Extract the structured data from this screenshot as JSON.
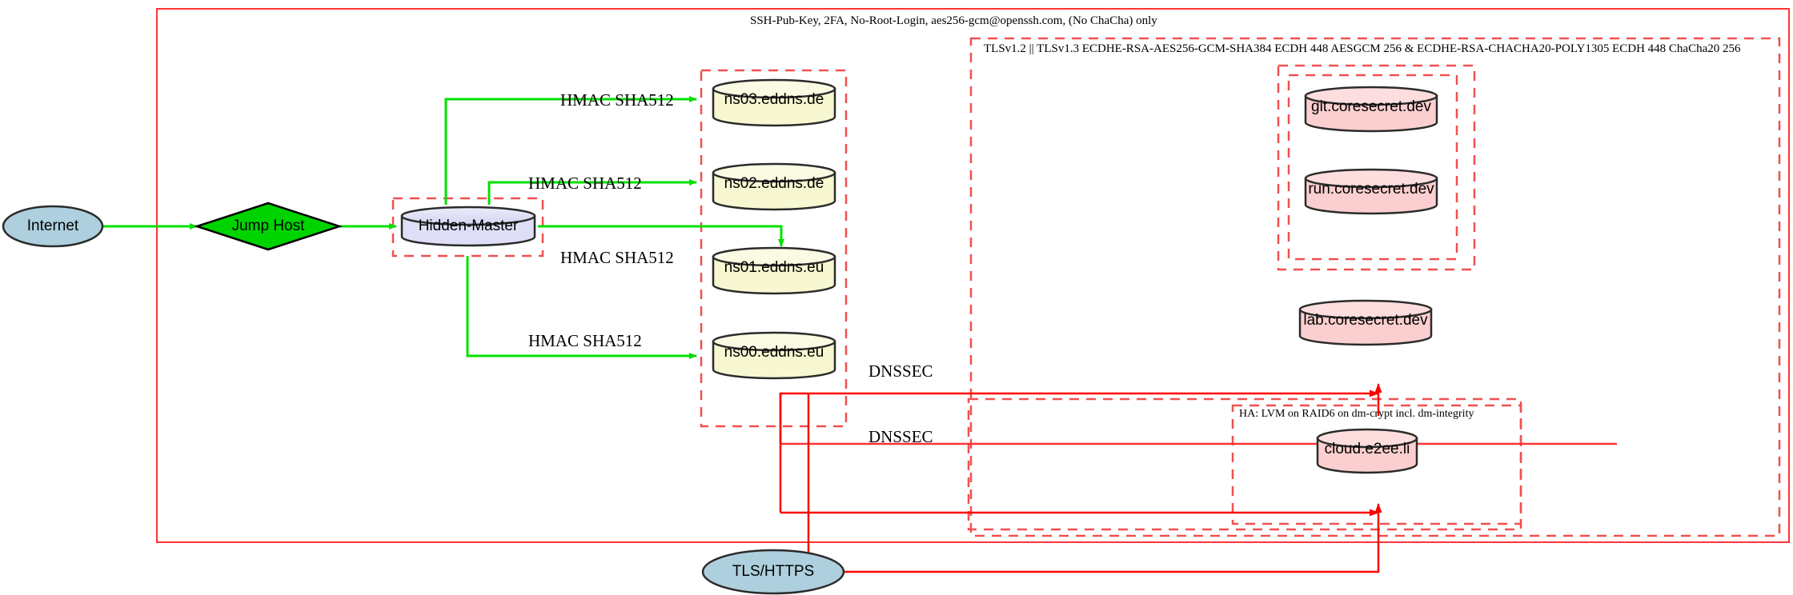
{
  "diagram": {
    "title_top_label": "SSH-Pub-Key, 2FA, No-Root-Login, aes256-gcm@openssh.com, (No ChaCha) only",
    "tls_cluster_label": "TLSv1.2 || TLSv1.3 ECDHE-RSA-AES256-GCM-SHA384 ECDH 448 AESGCM 256 & ECDHE-RSA-CHACHA20-POLY1305 ECDH 448 ChaCha20 256",
    "ha_cluster_label": "HA: LVM on RAID6 on dm-crypt incl. dm-integrity",
    "colors": {
      "boundary_red": "#ff3333",
      "dashed_red": "#f05050",
      "link_green": "#00e000",
      "link_red": "#ff0000",
      "ellipse_blue_fill": "#aecfdd",
      "diamond_green_fill": "#00d400",
      "cylinder_lavender_fill": "#dedef7",
      "cylinder_yellow_fill": "#f7f7d1",
      "cylinder_pink_fill": "#fbcfcf",
      "stroke_dark": "#2b2b2b"
    },
    "nodes": {
      "internet": "Internet",
      "jump_host": "Jump Host",
      "hidden_master": "Hidden-Master",
      "ns03": "ns03.eddns.de",
      "ns02": "ns02.eddns.de",
      "ns01": "ns01.eddns.eu",
      "ns00": "ns00.eddns.eu",
      "git": "git.coresecret.dev",
      "run": "run.coresecret.dev",
      "lab": "lab.coresecret.dev",
      "cloud": "cloud.e2ee.li",
      "tls_https": "TLS/HTTPS"
    },
    "edge_labels": {
      "hmac_ns03": "HMAC SHA512",
      "hmac_ns02": "HMAC SHA512",
      "hmac_ns01": "HMAC SHA512",
      "hmac_ns00": "HMAC SHA512",
      "dnssec_upper": "DNSSEC",
      "dnssec_lower": "DNSSEC"
    }
  }
}
